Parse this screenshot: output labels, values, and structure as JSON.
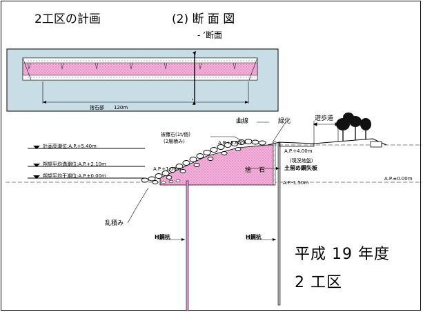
{
  "header": {
    "title": "2工区の計画",
    "section_no": "(2) 断 面 図",
    "subtitle": "- ’断面"
  },
  "plan_view": {
    "length_label": "捨石部　　120m",
    "mark": "’"
  },
  "section_labels": {
    "promenade": "遊歩道",
    "curve": "曲線",
    "greening": "緑化",
    "armor_stone": "被覆石(1t/個)",
    "armor_layers": "(2層積み)",
    "crest": "A.P.+5.65m",
    "ground_top": "A.P.+4.00m",
    "existing_ground": "(現況地盤)",
    "sheet_pile": "土留め鋼矢板",
    "rubble": "捨　石",
    "toe": "A.P.+1.00m",
    "pile_level": "A.P.-1.50m",
    "right_datum": "A.P.±0.00m",
    "random_stacking": "乱積み",
    "h_pile_left": "H鋼杭",
    "h_pile_right": "H鋼杭"
  },
  "water_levels": [
    {
      "label": "計画高潮位:A.P.+5.40m"
    },
    {
      "label": "朔望平均満潮位:A.P.+2.10m"
    },
    {
      "label": "朔望平均干潮位:A.P.±0.00m"
    }
  ],
  "footer": {
    "year": "平成 19 年度",
    "district": "2 工区"
  },
  "colors": {
    "water": "#c8dde6",
    "rubble_fill": "#f2a6d6",
    "pile": "#e49ae0"
  }
}
